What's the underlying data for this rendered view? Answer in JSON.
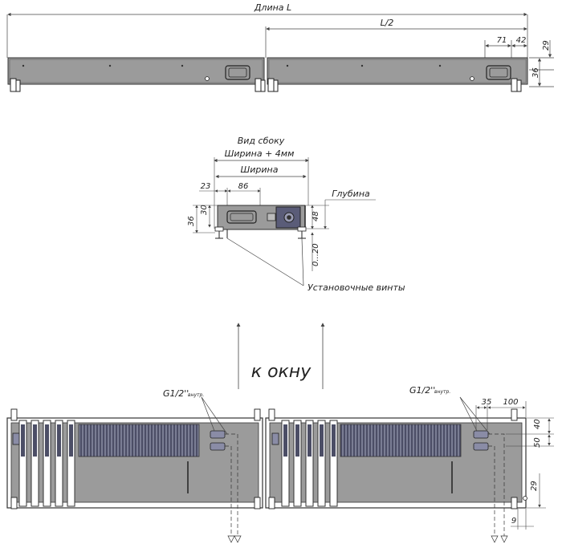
{
  "top_view": {
    "dim_total": "Длина L",
    "dim_half": "L/2",
    "dim_71": "71",
    "dim_42": "42",
    "dim_29": "29",
    "dim_36": "36"
  },
  "side_view": {
    "title": "Вид сбоку",
    "width_plus": "Ширина + 4мм",
    "width": "Ширина",
    "depth": "Глубина",
    "dim_23": "23",
    "dim_86": "86",
    "dim_30": "30",
    "dim_36": "36",
    "dim_48": "48",
    "dim_0_20": "0...20",
    "screws_label": "Установочные винты"
  },
  "window_label": "к окну",
  "bottom_view": {
    "left_pipe_label": "G1/2''",
    "left_pipe_sub": "внутр.",
    "right_pipe_label": "G1/2''",
    "right_pipe_sub": "внутр.",
    "dim_35": "35",
    "dim_100": "100",
    "dim_40": "40",
    "dim_50": "50",
    "dim_29": "29",
    "dim_9": "9"
  },
  "colors": {
    "body_fill": "#9b9b9b",
    "fin_fill": "#4c4e66",
    "line": "#333333",
    "dim_line": "#444444"
  }
}
